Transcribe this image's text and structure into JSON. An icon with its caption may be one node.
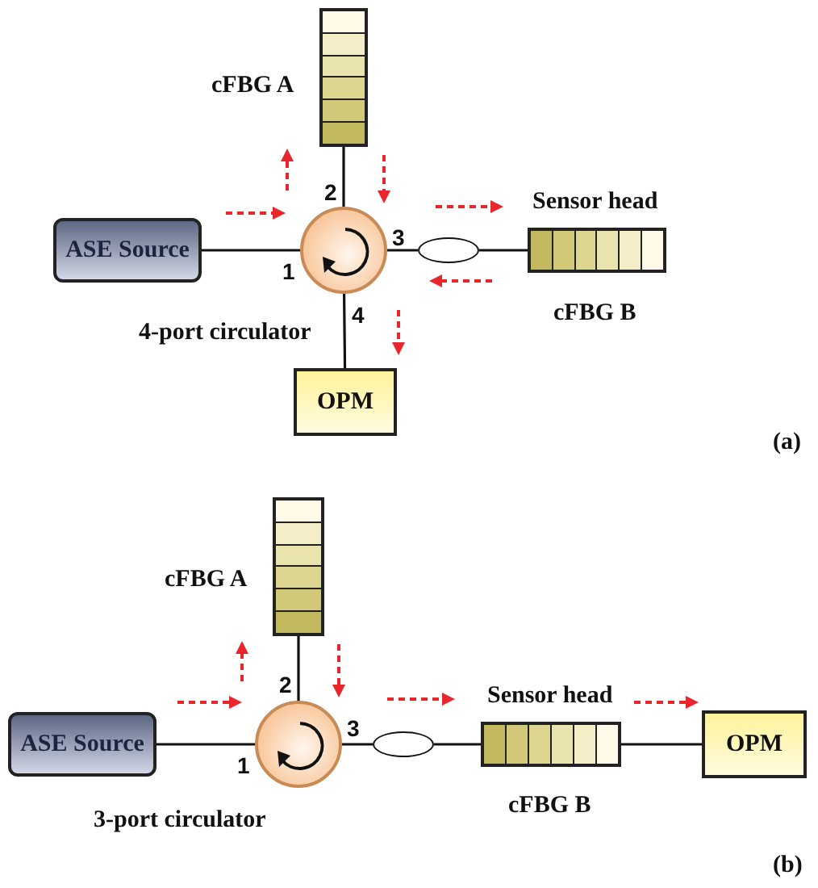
{
  "diagram": {
    "nodes": [
      {
        "text": [
          "ASE Source"
        ]
      },
      {
        "text": [],
        "shape": "circle",
        "beside": [
          "4-port circulator"
        ]
      },
      {
        "text": [],
        "shape": "bar",
        "beside": [
          "cFBG A"
        ]
      },
      {
        "text": [],
        "shape": "ellipse"
      },
      {
        "text": [],
        "shape": "bar",
        "beside": [
          "Sensor head",
          "cFBG B"
        ]
      },
      {
        "text": [
          "OPM"
        ]
      },
      {
        "text": [
          "ASE Source"
        ]
      },
      {
        "text": [],
        "shape": "circle",
        "beside": [
          "3-port circulator"
        ]
      },
      {
        "text": [],
        "shape": "bar",
        "beside": [
          "cFBG A"
        ]
      },
      {
        "text": [],
        "shape": "ellipse"
      },
      {
        "text": [],
        "shape": "bar",
        "beside": [
          "Sensor head",
          "cFBG B"
        ]
      },
      {
        "text": [
          "OPM"
        ]
      }
    ],
    "edges": [
      {
        "from": 0,
        "to": 1,
        "arrow": "none"
      },
      {
        "from": 1,
        "to": 2,
        "arrow": "none"
      },
      {
        "from": 1,
        "to": 3,
        "arrow": "none"
      },
      {
        "from": 3,
        "to": 4,
        "arrow": "none"
      },
      {
        "from": 1,
        "to": 5,
        "arrow": "none"
      },
      {
        "from": 6,
        "to": 7,
        "arrow": "none"
      },
      {
        "from": 7,
        "to": 8,
        "arrow": "none"
      },
      {
        "from": 7,
        "to": 9,
        "arrow": "none"
      },
      {
        "from": 9,
        "to": 10,
        "arrow": "none"
      },
      {
        "from": 10,
        "to": 11,
        "arrow": "none"
      }
    ],
    "labels": [
      "2",
      "1",
      "3",
      "4",
      "(a)",
      "2",
      "1",
      "3",
      "(b)"
    ]
  }
}
